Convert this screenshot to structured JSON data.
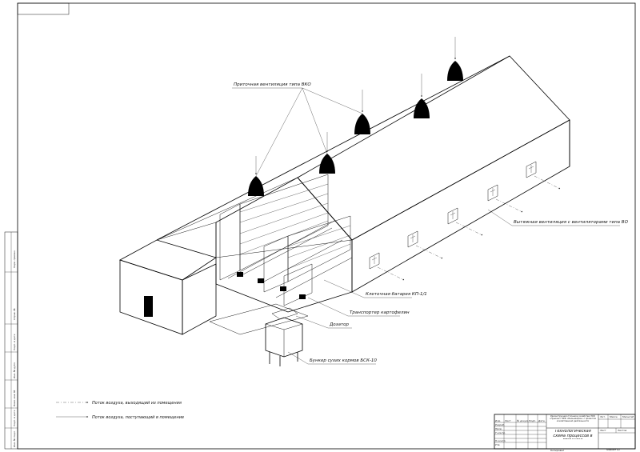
{
  "labels": {
    "supply_ventilation": "Приточная вентиляция типа ВКО",
    "exhaust_ventilation": "Вытяжная вентиляция с вентиляторами типа ВО",
    "cage_battery": "Клеточная батарея КП-1/1",
    "transport_conveyor": "Транспортер картофелин",
    "dosing_unit": "Дозатор",
    "feed_hopper": "Бункер сухих кормов БСК-10"
  },
  "legend": {
    "air_out": "Поток воздуха, выходящий из помещения",
    "air_in": "Поток воздуха, поступающий в помещение"
  },
  "title_block": {
    "org_text": "Реконструкция птичника хозяйства ЛОО «Пушкин» ПКФ «Бальнеофон» с проектом хозяйственной деятельности",
    "drawing_title": "Технологическая схема процессов в птичнике",
    "col_lit": "Лит.",
    "col_mass": "Масса",
    "col_scale": "Масштаб",
    "sheet": "Лист",
    "sheets": "Листов",
    "copied": "Копировал",
    "format": "Формат А1",
    "roles": [
      "Изм.",
      "Лист",
      "№ докум.",
      "Подп.",
      "Дата",
      "Разраб.",
      "Пров.",
      "Т.контр.",
      "Н.контр.",
      "Утв."
    ]
  },
  "side_stamp": [
    "Инв. № подл.",
    "Подп. и дата",
    "Взам. инв. №",
    "Инв. № дубл.",
    "Подп. и дата",
    "Справ. №",
    "Перв. примен."
  ],
  "colors": {
    "ink": "#000000",
    "paper": "#ffffff"
  }
}
